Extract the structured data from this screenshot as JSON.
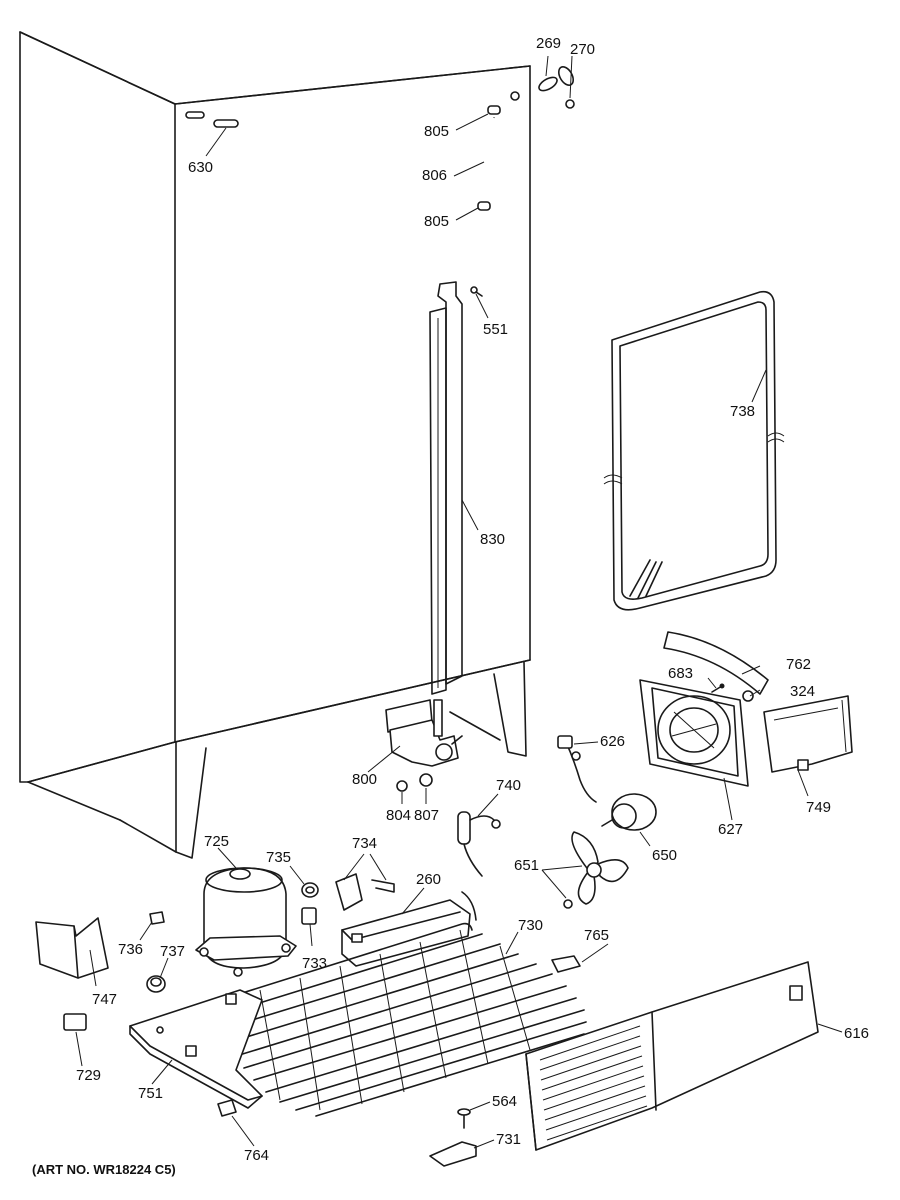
{
  "art_number": "(ART NO. WR18224 C5)",
  "callouts": [
    {
      "id": "269",
      "text": "269"
    },
    {
      "id": "270",
      "text": "270"
    },
    {
      "id": "630",
      "text": "630"
    },
    {
      "id": "805a",
      "text": "805"
    },
    {
      "id": "806",
      "text": "806"
    },
    {
      "id": "805b",
      "text": "805"
    },
    {
      "id": "551",
      "text": "551"
    },
    {
      "id": "738",
      "text": "738"
    },
    {
      "id": "830",
      "text": "830"
    },
    {
      "id": "762",
      "text": "762"
    },
    {
      "id": "683",
      "text": "683"
    },
    {
      "id": "324",
      "text": "324"
    },
    {
      "id": "626",
      "text": "626"
    },
    {
      "id": "749",
      "text": "749"
    },
    {
      "id": "627",
      "text": "627"
    },
    {
      "id": "800",
      "text": "800"
    },
    {
      "id": "740",
      "text": "740"
    },
    {
      "id": "804",
      "text": "804"
    },
    {
      "id": "807",
      "text": "807"
    },
    {
      "id": "650",
      "text": "650"
    },
    {
      "id": "725",
      "text": "725"
    },
    {
      "id": "735",
      "text": "735"
    },
    {
      "id": "734",
      "text": "734"
    },
    {
      "id": "651",
      "text": "651"
    },
    {
      "id": "260",
      "text": "260"
    },
    {
      "id": "730",
      "text": "730"
    },
    {
      "id": "765",
      "text": "765"
    },
    {
      "id": "736",
      "text": "736"
    },
    {
      "id": "737",
      "text": "737"
    },
    {
      "id": "733",
      "text": "733"
    },
    {
      "id": "747",
      "text": "747"
    },
    {
      "id": "616",
      "text": "616"
    },
    {
      "id": "729",
      "text": "729"
    },
    {
      "id": "751",
      "text": "751"
    },
    {
      "id": "564",
      "text": "564"
    },
    {
      "id": "731",
      "text": "731"
    },
    {
      "id": "764",
      "text": "764"
    }
  ]
}
